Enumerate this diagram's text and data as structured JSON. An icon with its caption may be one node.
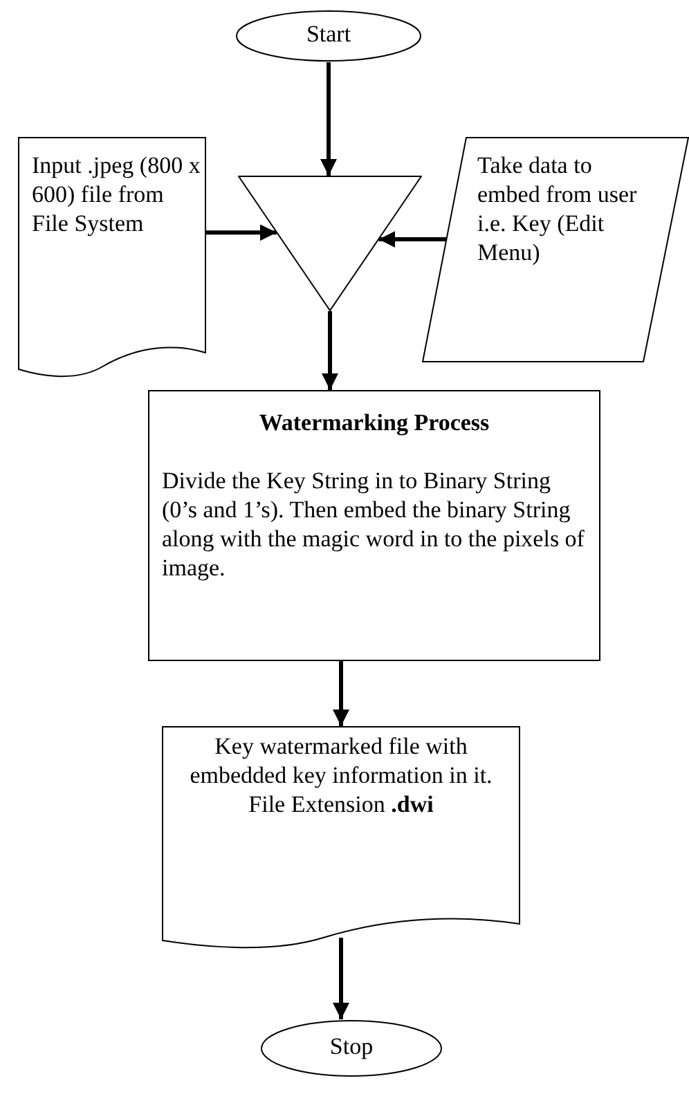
{
  "diagram": {
    "nodes": [
      {
        "text": [
          "Start"
        ]
      },
      {
        "text": [
          "Input .jpeg (800 x 600) file from File System"
        ]
      },
      {
        "text": [],
        "shape": "triangle"
      },
      {
        "text": [
          "Take data to embed from user i.e. Key (Edit Menu)"
        ]
      },
      {
        "text": [
          "Watermarking Process",
          "Divide the Key String in to Binary String (0’s and 1’s). Then embed the binary String along with the magic word in to the pixels of image."
        ]
      },
      {
        "text": [
          "Key watermarked file with embedded key information in it.",
          "File Extension **.dwi**"
        ]
      },
      {
        "text": [
          "Stop"
        ]
      }
    ],
    "edges": [
      {
        "from": 0,
        "to": 2,
        "arrow": "to"
      },
      {
        "from": 1,
        "to": 2,
        "arrow": "to"
      },
      {
        "from": 3,
        "to": 2,
        "arrow": "to"
      },
      {
        "from": 2,
        "to": 4,
        "arrow": "to"
      },
      {
        "from": 4,
        "to": 5,
        "arrow": "to"
      },
      {
        "from": 5,
        "to": 6,
        "arrow": "to"
      }
    ]
  }
}
